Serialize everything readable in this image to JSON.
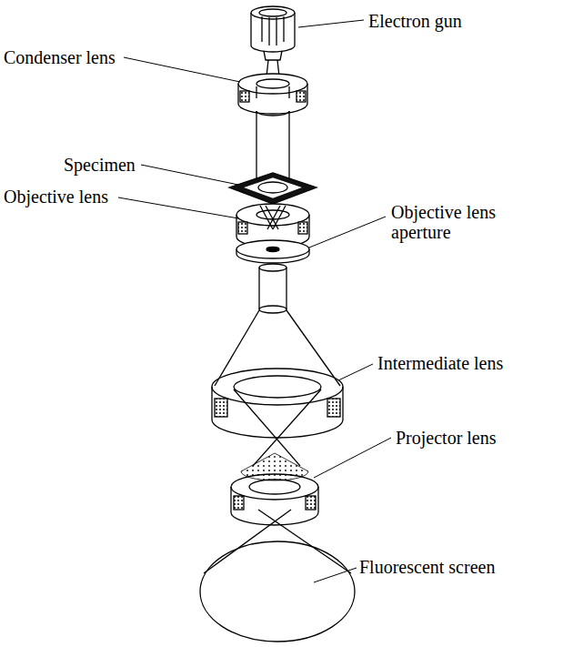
{
  "diagram": {
    "labels": [
      "Electron gun",
      "Condenser lens",
      "Specimen",
      "Objective lens",
      "Objective lens aperture",
      "Intermediate lens",
      "Projector lens",
      "Fluorescent screen"
    ]
  }
}
